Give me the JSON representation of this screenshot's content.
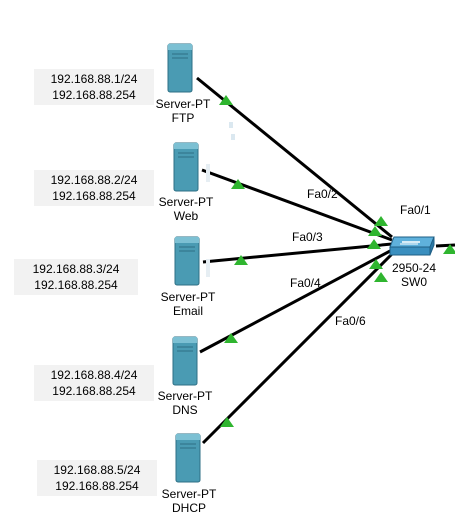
{
  "servers": [
    {
      "type": "Server-PT",
      "name": "FTP",
      "ip": "192.168.88.1/24",
      "gateway": "192.168.88.254",
      "port": "Fa0/2"
    },
    {
      "type": "Server-PT",
      "name": "Web",
      "ip": "192.168.88.2/24",
      "gateway": "192.168.88.254",
      "port": ""
    },
    {
      "type": "Server-PT",
      "name": "Email",
      "ip": "192.168.88.3/24",
      "gateway": "192.168.88.254",
      "port": "Fa0/3"
    },
    {
      "type": "Server-PT",
      "name": "DNS",
      "ip": "192.168.88.4/24",
      "gateway": "192.168.88.254",
      "port": "Fa0/4"
    },
    {
      "type": "Server-PT",
      "name": "DHCP",
      "ip": "192.168.88.5/24",
      "gateway": "192.168.88.254",
      "port": "Fa0/6"
    }
  ],
  "switch": {
    "model": "2950-24",
    "name": "SW0",
    "uplink_port": "Fa0/1"
  },
  "colors": {
    "link": "#000000",
    "link_light": "#2fb52f",
    "server_body": "#4a9bb3",
    "switch_body": "#3a8fbf",
    "note_bg": "#f2f2f2"
  }
}
